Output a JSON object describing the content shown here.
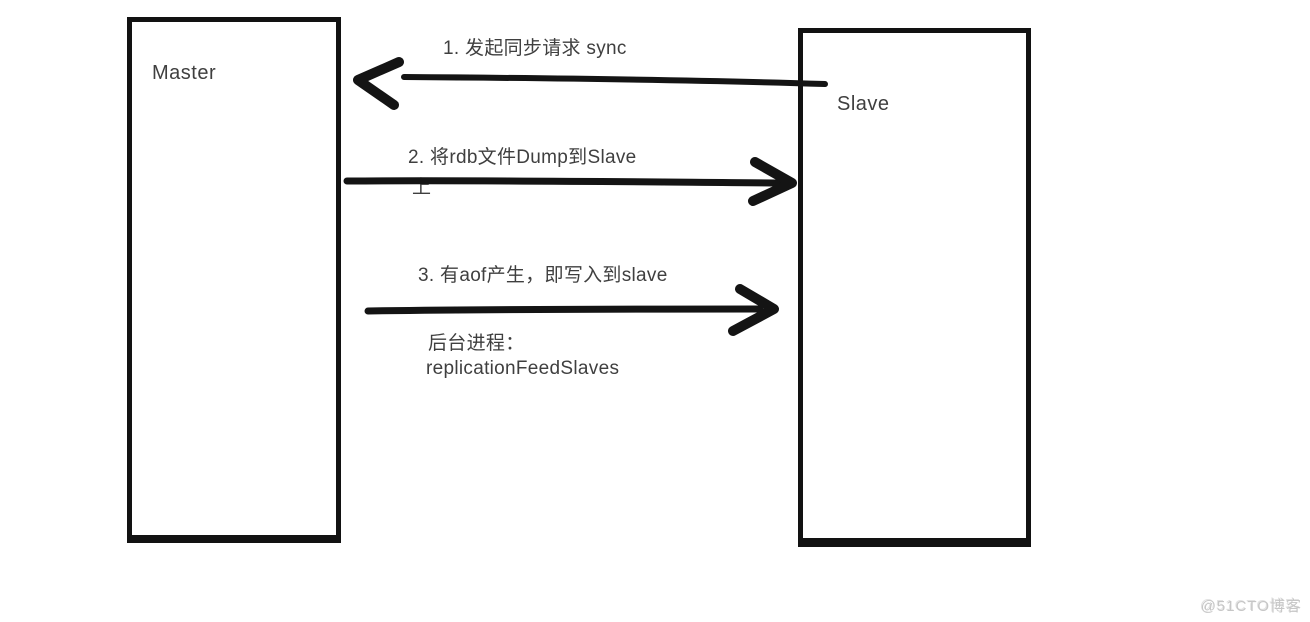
{
  "diagram": {
    "nodes": [
      {
        "id": "master",
        "label": "Master"
      },
      {
        "id": "slave",
        "label": "Slave"
      }
    ],
    "arrows": [
      {
        "id": "sync-request",
        "direction": "left",
        "from": "slave",
        "to": "master",
        "label": "1. 发起同步请求 sync"
      },
      {
        "id": "rdb-dump",
        "direction": "right",
        "from": "master",
        "to": "slave",
        "label": "2. 将rdb文件Dump到Slave",
        "label_wrap": "上"
      },
      {
        "id": "aof-write",
        "direction": "right",
        "from": "master",
        "to": "slave",
        "label": "3. 有aof产生，即写入到slave",
        "note_line1": "后台进程：",
        "note_line2": "replicationFeedSlaves"
      }
    ]
  },
  "watermark": "@51CTO博客",
  "colors": {
    "ink": "#121212",
    "text": "#3f3f3f",
    "watermark": "#c6c6c6",
    "background": "#ffffff"
  }
}
